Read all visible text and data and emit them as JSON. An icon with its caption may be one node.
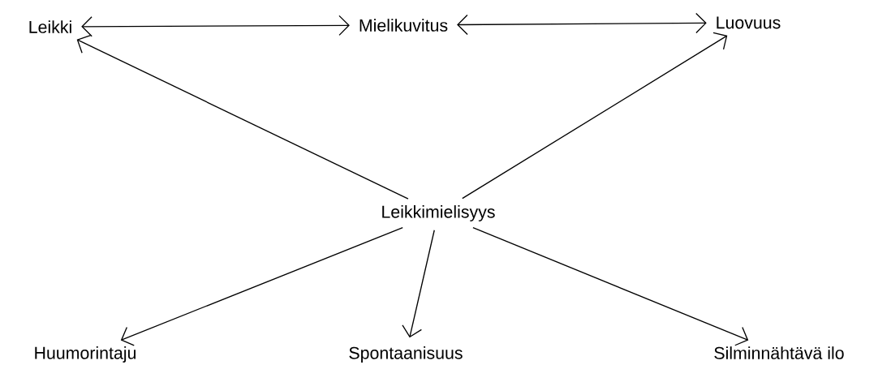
{
  "diagram": {
    "nodes": [
      {
        "text": [
          "Leikki"
        ]
      },
      {
        "text": [
          "Mielikuvitus"
        ]
      },
      {
        "text": [
          "Luovuus"
        ]
      },
      {
        "text": [
          "Leikkimielisyys"
        ]
      },
      {
        "text": [
          "Huumorintaju"
        ]
      },
      {
        "text": [
          "Spontaanisuus"
        ]
      },
      {
        "text": [
          "Silminnähtävä ilo"
        ]
      }
    ],
    "edges": [
      {
        "from": 0,
        "to": 1,
        "arrow": "both"
      },
      {
        "from": 1,
        "to": 2,
        "arrow": "both"
      },
      {
        "from": 3,
        "to": 0,
        "arrow": "to"
      },
      {
        "from": 3,
        "to": 2,
        "arrow": "to"
      },
      {
        "from": 3,
        "to": 4,
        "arrow": "to"
      },
      {
        "from": 3,
        "to": 5,
        "arrow": "to"
      },
      {
        "from": 3,
        "to": 6,
        "arrow": "to"
      }
    ]
  }
}
